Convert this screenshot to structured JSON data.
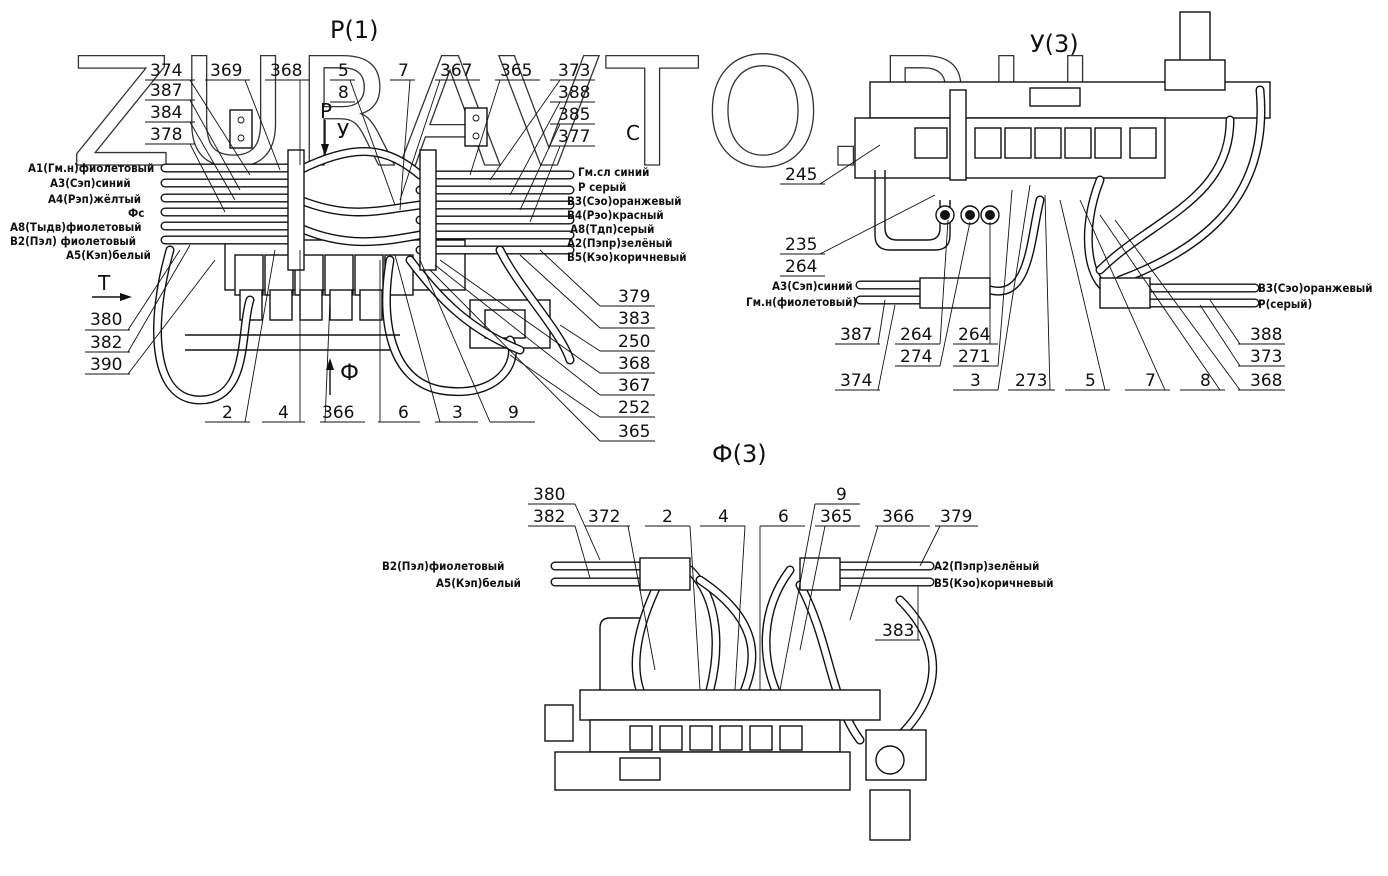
{
  "watermark": "ZURAVTO.RU",
  "views": {
    "main": {
      "title": "Р(1)",
      "arrow_letters": {
        "top_left": "Р",
        "top_y": "У",
        "top_c": "С",
        "left_t": "Т",
        "bottom_phi": "Ф"
      },
      "left_labels": [
        "А1(Гм.н)фиолетовый",
        "А3(Сэп)синий",
        "А4(Рэп)жёлтый",
        "Фс",
        "А8(Тыдв)фиолетовый",
        "В2(Пэл) фиолетовый",
        "А5(Кэп)белый"
      ],
      "right_labels": [
        "Гм.сл синий",
        "Р серый",
        "В3(Сэо)оранжевый",
        "В4(Рэо)красный",
        "А8(Тдп)серый",
        "А2(Пэпр)зелёный",
        "В5(Кэо)коричневый"
      ],
      "callouts_top": [
        "374",
        "387",
        "384",
        "378",
        "369",
        "368",
        "5",
        "8",
        "7",
        "367",
        "365",
        "373",
        "388",
        "385",
        "377"
      ],
      "callouts_left": [
        "380",
        "382",
        "390"
      ],
      "callouts_bottom": [
        "2",
        "4",
        "366",
        "6",
        "3",
        "9"
      ],
      "callouts_right": [
        "379",
        "383",
        "250",
        "368",
        "367",
        "252",
        "365"
      ]
    },
    "y": {
      "title": "У(3)",
      "left_labels": [
        "А3(Сэп)синий",
        "Гм.н(фиолетовый)"
      ],
      "right_labels": [
        "В3(Сэо)оранжевый",
        "Р(серый)"
      ],
      "callouts_left": [
        "245",
        "235",
        "264"
      ],
      "callouts_bottom": [
        "387",
        "374",
        "264",
        "274",
        "264",
        "271",
        "3",
        "273",
        "5",
        "7",
        "8",
        "368",
        "373",
        "388"
      ]
    },
    "phi": {
      "title": "Ф(3)",
      "left_labels": [
        "В2(Пэл)фиолетовый",
        "А5(Кэп)белый"
      ],
      "right_labels": [
        "А2(Пэпр)зелёный",
        "В5(Кэо)коричневый"
      ],
      "callouts_top": [
        "380",
        "382",
        "372",
        "2",
        "4",
        "6",
        "9",
        "365",
        "366",
        "379"
      ],
      "callouts_right": [
        "383"
      ]
    }
  }
}
